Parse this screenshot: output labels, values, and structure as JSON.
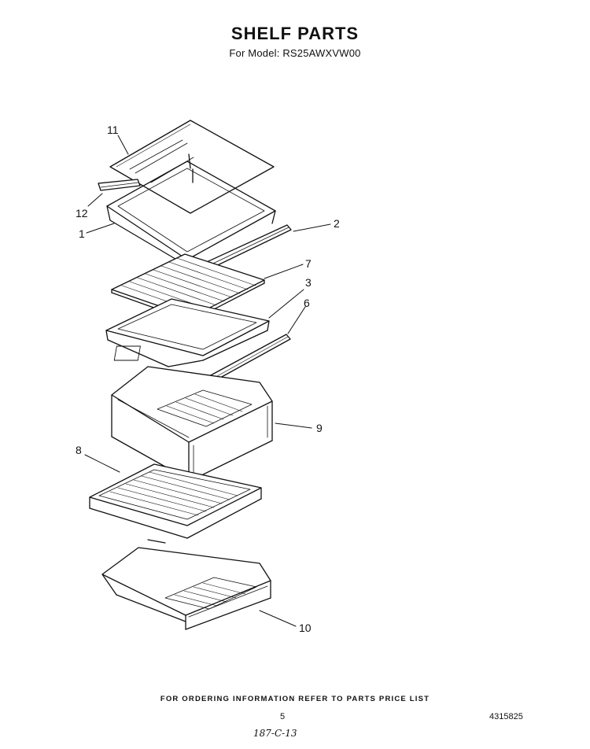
{
  "header": {
    "title": "SHELF PARTS",
    "model_line": "For Model: RS25AWXVW00"
  },
  "callouts": [
    "11",
    "12",
    "1",
    "2",
    "7",
    "3",
    "6",
    "9",
    "8",
    "10"
  ],
  "footer": {
    "ordering_note": "FOR ORDERING INFORMATION REFER TO PARTS PRICE LIST",
    "page_number": "5",
    "document_number": "4315825",
    "handwritten_note": "187-C-13"
  }
}
